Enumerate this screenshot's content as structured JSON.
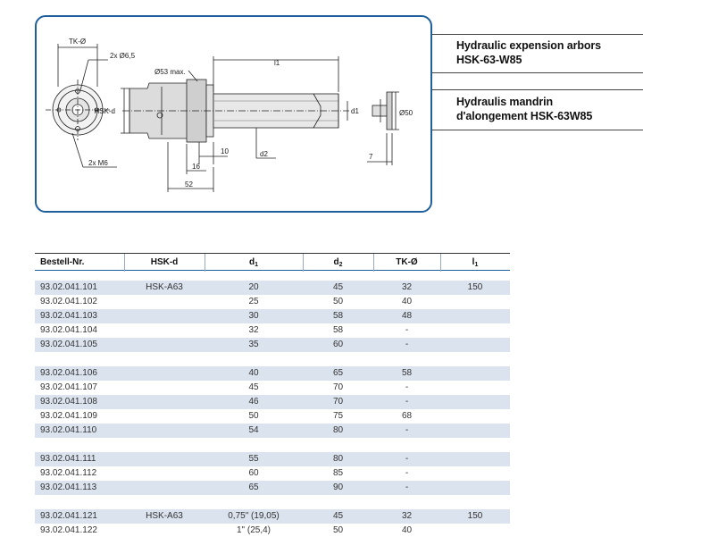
{
  "drawing": {
    "labels": {
      "tk": "TK-Ø",
      "bolt_holes": "2x Ø6,5",
      "thread": "2x M6",
      "max_diameter": "Ø53 max.",
      "hsk": "HSK-d",
      "l1": "l1",
      "d1": "d1",
      "d2": "d2",
      "d50": "Ø50",
      "dim10": "10",
      "dim16": "16",
      "dim52": "52",
      "dim7": "7"
    }
  },
  "titles": {
    "en_line1": "Hydraulic expension arbors",
    "en_line2": "HSK-63-W85",
    "fr_line1": "Hydraulis mandrin",
    "fr_line2": "d'alongement HSK-63W85"
  },
  "table": {
    "headers": {
      "order": "Bestell-Nr.",
      "hsk": "HSK-d",
      "d1_main": "d",
      "d1_sub": "1",
      "d2_main": "d",
      "d2_sub": "2",
      "tk": "TK-Ø",
      "l1_main": "l",
      "l1_sub": "1"
    },
    "rows": [
      {
        "order": "93.02.041.101",
        "hsk": "HSK-A63",
        "d1": "20",
        "d2": "45",
        "tk": "32",
        "l1": "150"
      },
      {
        "order": "93.02.041.102",
        "hsk": "",
        "d1": "25",
        "d2": "50",
        "tk": "40",
        "l1": ""
      },
      {
        "order": "93.02.041.103",
        "hsk": "",
        "d1": "30",
        "d2": "58",
        "tk": "48",
        "l1": ""
      },
      {
        "order": "93.02.041.104",
        "hsk": "",
        "d1": "32",
        "d2": "58",
        "tk": "-",
        "l1": ""
      },
      {
        "order": "93.02.041.105",
        "hsk": "",
        "d1": "35",
        "d2": "60",
        "tk": "-",
        "l1": ""
      },
      {
        "order": "",
        "hsk": "",
        "d1": "",
        "d2": "",
        "tk": "",
        "l1": ""
      },
      {
        "order": "93.02.041.106",
        "hsk": "",
        "d1": "40",
        "d2": "65",
        "tk": "58",
        "l1": ""
      },
      {
        "order": "93.02.041.107",
        "hsk": "",
        "d1": "45",
        "d2": "70",
        "tk": "-",
        "l1": ""
      },
      {
        "order": "93.02.041.108",
        "hsk": "",
        "d1": "46",
        "d2": "70",
        "tk": "-",
        "l1": ""
      },
      {
        "order": "93.02.041.109",
        "hsk": "",
        "d1": "50",
        "d2": "75",
        "tk": "68",
        "l1": ""
      },
      {
        "order": "93.02.041.110",
        "hsk": "",
        "d1": "54",
        "d2": "80",
        "tk": "-",
        "l1": ""
      },
      {
        "order": "",
        "hsk": "",
        "d1": "",
        "d2": "",
        "tk": "",
        "l1": ""
      },
      {
        "order": "93.02.041.111",
        "hsk": "",
        "d1": "55",
        "d2": "80",
        "tk": "-",
        "l1": ""
      },
      {
        "order": "93.02.041.112",
        "hsk": "",
        "d1": "60",
        "d2": "85",
        "tk": "-",
        "l1": ""
      },
      {
        "order": "93.02.041.113",
        "hsk": "",
        "d1": "65",
        "d2": "90",
        "tk": "-",
        "l1": ""
      },
      {
        "order": "",
        "hsk": "",
        "d1": "",
        "d2": "",
        "tk": "",
        "l1": ""
      },
      {
        "order": "93.02.041.121",
        "hsk": "HSK-A63",
        "d1": "0,75\" (19,05)",
        "d2": "45",
        "tk": "32",
        "l1": "150"
      },
      {
        "order": "93.02.041.122",
        "hsk": "",
        "d1": "1\" (25,4)",
        "d2": "50",
        "tk": "40",
        "l1": ""
      }
    ]
  }
}
